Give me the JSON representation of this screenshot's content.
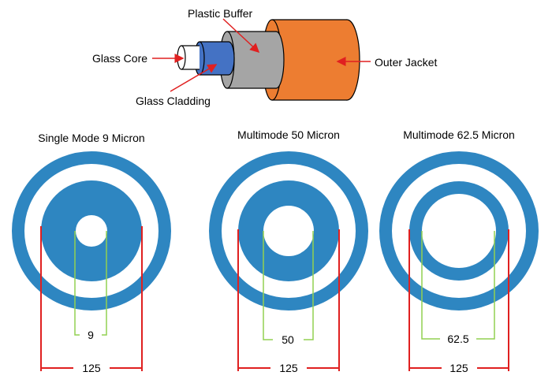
{
  "cable": {
    "labels": {
      "plastic_buffer": "Plastic Buffer",
      "glass_core": "Glass Core",
      "outer_jacket": "Outer Jacket",
      "glass_cladding": "Glass Cladding"
    }
  },
  "fibers": [
    {
      "title": "Single Mode 9 Micron",
      "core_label": "9",
      "cladding_label": "125",
      "core_um": 9,
      "cladding_um": 125
    },
    {
      "title": "Multimode 50 Micron",
      "core_label": "50",
      "cladding_label": "125",
      "core_um": 50,
      "cladding_um": 125
    },
    {
      "title": "Multimode 62.5 Micron",
      "core_label": "62.5",
      "cladding_label": "125",
      "core_um": 62.5,
      "cladding_um": 125
    }
  ],
  "colors": {
    "fiber_blue": "#2e86c1",
    "jacket_orange": "#ed7d31",
    "buffer_gray": "#a5a5a5",
    "cladding_blue": "#4472c4",
    "arrow_red": "#e02020",
    "dimension_red": "#e02020",
    "dimension_green": "#92d050"
  }
}
